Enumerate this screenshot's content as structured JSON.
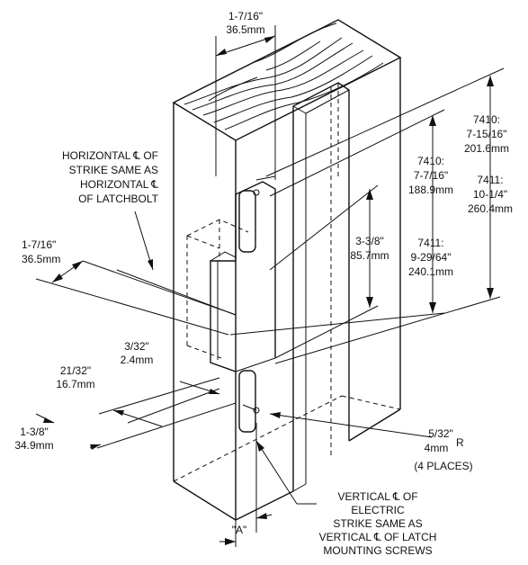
{
  "dims": {
    "top_w_in": "1-7/16\"",
    "top_w_mm": "36.5mm",
    "left_w_in": "1-7/16\"",
    "left_w_mm": "36.5mm",
    "gap_in": "3/32\"",
    "gap_mm": "2.4mm",
    "offset_in": "21/32\"",
    "offset_mm": "16.7mm",
    "depth_in": "1-3/8\"",
    "depth_mm": "34.9mm",
    "mid_in": "3-3/8\"",
    "mid_mm": "85.7mm",
    "r7410a_model": "7410:",
    "r7410a_in": "7-15/16\"",
    "r7410a_mm": "201.6mm",
    "r7410b_model": "7410:",
    "r7410b_in": "7-7/16\"",
    "r7410b_mm": "188.9mm",
    "r7411a_model": "7411:",
    "r7411a_in": "10-1/4\"",
    "r7411a_mm": "260.4mm",
    "r7411b_model": "7411:",
    "r7411b_in": "9-29/64\"",
    "r7411b_mm": "240.1mm",
    "radius_in": "5/32\"",
    "radius_mm": "4mm",
    "radius_r": "R",
    "radius_note": "(4 PLACES)",
    "a_label": "\"A\""
  },
  "notes": {
    "horiz_line1": "HORIZONTAL ℄ OF",
    "horiz_line2": "STRIKE SAME AS",
    "horiz_line3": "HORIZONTAL ℄",
    "horiz_line4": "OF LATCHBOLT",
    "vert_line1": "VERTICAL ℄ OF",
    "vert_line2": "ELECTRIC",
    "vert_line3": "STRIKE SAME AS",
    "vert_line4": "VERTICAL ℄ OF LATCH",
    "vert_line5": "MOUNTING SCREWS"
  }
}
